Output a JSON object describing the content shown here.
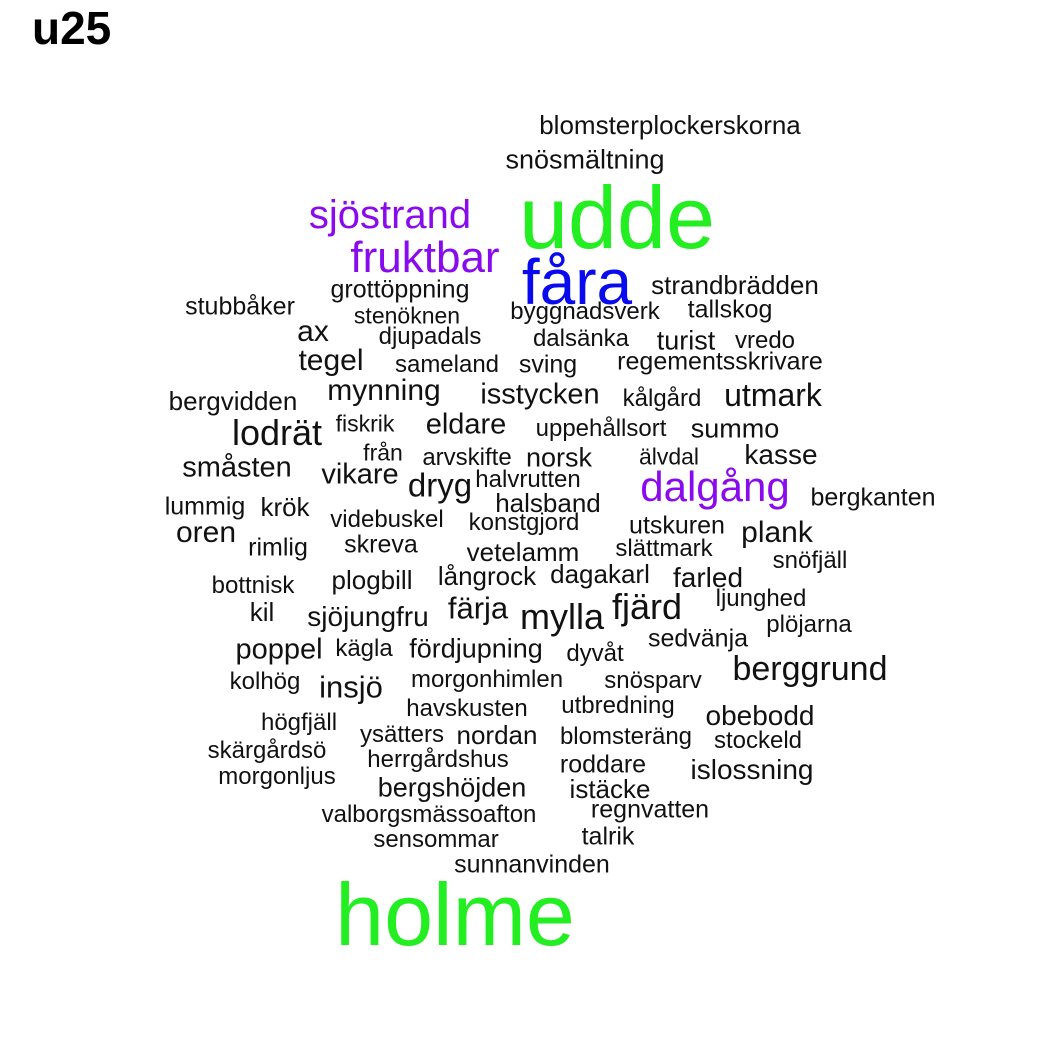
{
  "title": "u25",
  "colors": {
    "green": "#22ee22",
    "blue": "#0a0aee",
    "purple": "#8a0aee",
    "black": "#111111"
  },
  "words": [
    {
      "text": "blomsterplockerskorna",
      "size": 26,
      "color": "black"
    },
    {
      "text": "snösmältning",
      "size": 27,
      "color": "black"
    },
    {
      "text": "udde",
      "size": 88,
      "color": "green"
    },
    {
      "text": "sjöstrand",
      "size": 40,
      "color": "purple"
    },
    {
      "text": "fruktbar",
      "size": 44,
      "color": "purple"
    },
    {
      "text": "fåra",
      "size": 64,
      "color": "blue"
    },
    {
      "text": "strandbrädden",
      "size": 26,
      "color": "black"
    },
    {
      "text": "grottöppning",
      "size": 25,
      "color": "black"
    },
    {
      "text": "stubbåker",
      "size": 25,
      "color": "black"
    },
    {
      "text": "stenöknen",
      "size": 23,
      "color": "black"
    },
    {
      "text": "byggnadsverk",
      "size": 24,
      "color": "black"
    },
    {
      "text": "tallskog",
      "size": 25,
      "color": "black"
    },
    {
      "text": "ax",
      "size": 30,
      "color": "black"
    },
    {
      "text": "djupadals",
      "size": 24,
      "color": "black"
    },
    {
      "text": "dalsänka",
      "size": 24,
      "color": "black"
    },
    {
      "text": "turist",
      "size": 27,
      "color": "black"
    },
    {
      "text": "vredo",
      "size": 24,
      "color": "black"
    },
    {
      "text": "tegel",
      "size": 30,
      "color": "black"
    },
    {
      "text": "sameland",
      "size": 24,
      "color": "black"
    },
    {
      "text": "sving",
      "size": 25,
      "color": "black"
    },
    {
      "text": "regementsskrivare",
      "size": 25,
      "color": "black"
    },
    {
      "text": "mynning",
      "size": 30,
      "color": "black"
    },
    {
      "text": "isstycken",
      "size": 29,
      "color": "black"
    },
    {
      "text": "bergvidden",
      "size": 26,
      "color": "black"
    },
    {
      "text": "kålgård",
      "size": 24,
      "color": "black"
    },
    {
      "text": "utmark",
      "size": 32,
      "color": "black"
    },
    {
      "text": "fiskrik",
      "size": 23,
      "color": "black"
    },
    {
      "text": "lodrät",
      "size": 36,
      "color": "black"
    },
    {
      "text": "eldare",
      "size": 29,
      "color": "black"
    },
    {
      "text": "uppehållsort",
      "size": 24,
      "color": "black"
    },
    {
      "text": "summo",
      "size": 27,
      "color": "black"
    },
    {
      "text": "från",
      "size": 23,
      "color": "black"
    },
    {
      "text": "arvskifte",
      "size": 24,
      "color": "black"
    },
    {
      "text": "norsk",
      "size": 27,
      "color": "black"
    },
    {
      "text": "älvdal",
      "size": 23,
      "color": "black"
    },
    {
      "text": "kasse",
      "size": 28,
      "color": "black"
    },
    {
      "text": "småsten",
      "size": 29,
      "color": "black"
    },
    {
      "text": "vikare",
      "size": 29,
      "color": "black"
    },
    {
      "text": "halvrutten",
      "size": 24,
      "color": "black"
    },
    {
      "text": "dryg",
      "size": 33,
      "color": "black"
    },
    {
      "text": "dalgång",
      "size": 42,
      "color": "purple"
    },
    {
      "text": "halsband",
      "size": 26,
      "color": "black"
    },
    {
      "text": "bergkanten",
      "size": 25,
      "color": "black"
    },
    {
      "text": "lummig",
      "size": 25,
      "color": "black"
    },
    {
      "text": "krök",
      "size": 26,
      "color": "black"
    },
    {
      "text": "videbuskel",
      "size": 24,
      "color": "black"
    },
    {
      "text": "konstgjord",
      "size": 24,
      "color": "black"
    },
    {
      "text": "utskuren",
      "size": 25,
      "color": "black"
    },
    {
      "text": "oren",
      "size": 30,
      "color": "black"
    },
    {
      "text": "plank",
      "size": 30,
      "color": "black"
    },
    {
      "text": "rimlig",
      "size": 25,
      "color": "black"
    },
    {
      "text": "skreva",
      "size": 25,
      "color": "black"
    },
    {
      "text": "vetelamm",
      "size": 26,
      "color": "black"
    },
    {
      "text": "slättmark",
      "size": 24,
      "color": "black"
    },
    {
      "text": "snöfjäll",
      "size": 24,
      "color": "black"
    },
    {
      "text": "bottnisk",
      "size": 24,
      "color": "black"
    },
    {
      "text": "plogbill",
      "size": 26,
      "color": "black"
    },
    {
      "text": "långrock",
      "size": 26,
      "color": "black"
    },
    {
      "text": "dagakarl",
      "size": 26,
      "color": "black"
    },
    {
      "text": "farled",
      "size": 28,
      "color": "black"
    },
    {
      "text": "ljunghed",
      "size": 24,
      "color": "black"
    },
    {
      "text": "kil",
      "size": 26,
      "color": "black"
    },
    {
      "text": "sjöjungfru",
      "size": 28,
      "color": "black"
    },
    {
      "text": "färja",
      "size": 31,
      "color": "black"
    },
    {
      "text": "mylla",
      "size": 36,
      "color": "black"
    },
    {
      "text": "fjärd",
      "size": 36,
      "color": "black"
    },
    {
      "text": "plöjarna",
      "size": 24,
      "color": "black"
    },
    {
      "text": "sedvänja",
      "size": 25,
      "color": "black"
    },
    {
      "text": "poppel",
      "size": 29,
      "color": "black"
    },
    {
      "text": "kägla",
      "size": 24,
      "color": "black"
    },
    {
      "text": "fördjupning",
      "size": 27,
      "color": "black"
    },
    {
      "text": "dyvåt",
      "size": 24,
      "color": "black"
    },
    {
      "text": "berggrund",
      "size": 34,
      "color": "black"
    },
    {
      "text": "kolhög",
      "size": 24,
      "color": "black"
    },
    {
      "text": "insjö",
      "size": 31,
      "color": "black"
    },
    {
      "text": "morgonhimlen",
      "size": 24,
      "color": "black"
    },
    {
      "text": "snösparv",
      "size": 24,
      "color": "black"
    },
    {
      "text": "utbredning",
      "size": 24,
      "color": "black"
    },
    {
      "text": "havskusten",
      "size": 24,
      "color": "black"
    },
    {
      "text": "obebodd",
      "size": 28,
      "color": "black"
    },
    {
      "text": "högfjäll",
      "size": 24,
      "color": "black"
    },
    {
      "text": "ysätters",
      "size": 24,
      "color": "black"
    },
    {
      "text": "nordan",
      "size": 26,
      "color": "black"
    },
    {
      "text": "blomsteräng",
      "size": 24,
      "color": "black"
    },
    {
      "text": "stockeld",
      "size": 24,
      "color": "black"
    },
    {
      "text": "skärgårdsö",
      "size": 24,
      "color": "black"
    },
    {
      "text": "herrgårdshus",
      "size": 24,
      "color": "black"
    },
    {
      "text": "roddare",
      "size": 25,
      "color": "black"
    },
    {
      "text": "islossning",
      "size": 28,
      "color": "black"
    },
    {
      "text": "morgonljus",
      "size": 24,
      "color": "black"
    },
    {
      "text": "bergshöjden",
      "size": 27,
      "color": "black"
    },
    {
      "text": "istäcke",
      "size": 26,
      "color": "black"
    },
    {
      "text": "regnvatten",
      "size": 25,
      "color": "black"
    },
    {
      "text": "valborgsmässoafton",
      "size": 24,
      "color": "black"
    },
    {
      "text": "talrik",
      "size": 25,
      "color": "black"
    },
    {
      "text": "sensommar",
      "size": 24,
      "color": "black"
    },
    {
      "text": "sunnanvinden",
      "size": 25,
      "color": "black"
    },
    {
      "text": "holme",
      "size": 88,
      "color": "green"
    }
  ]
}
